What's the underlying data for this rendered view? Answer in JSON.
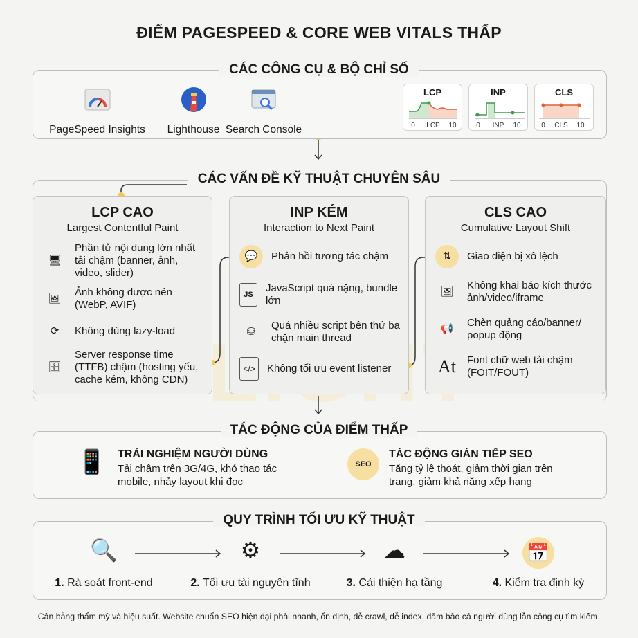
{
  "title": "ĐIỂM PAGESPEED & CORE WEB VITALS THẤP",
  "watermark": "LIGHT",
  "tools": {
    "heading": "CÁC CÔNG CỤ & BỘ CHỈ SỐ",
    "items": [
      {
        "label": "PageSpeed Insights",
        "icon": "gauge-icon"
      },
      {
        "label": "Lighthouse",
        "icon": "lighthouse-icon"
      },
      {
        "label": "Search Console",
        "icon": "search-console-icon"
      }
    ],
    "metrics": [
      {
        "name": "LCP",
        "axis": [
          "0",
          "LCP",
          "10"
        ],
        "color": "#3e9c4a"
      },
      {
        "name": "INP",
        "axis": [
          "0",
          "INP",
          "10"
        ],
        "color": "#3e9c4a"
      },
      {
        "name": "CLS",
        "axis": [
          "0",
          "CLS",
          "10"
        ],
        "color": "#e0603a"
      }
    ]
  },
  "issues": {
    "heading": "CÁC VẤN ĐỀ KỸ THUẬT CHUYÊN SÂU",
    "cards": [
      {
        "title": "LCP CAO",
        "subtitle": "Largest Contentful Paint",
        "items": [
          "Phần tử nội dung lớn nhất tải chậm (banner, ảnh, video, slider)",
          "Ảnh không được nén (WebP, AVIF)",
          "Không dùng lazy-load",
          "Server response time (TTFB) chậm (hosting yếu, cache kém, không CDN)"
        ]
      },
      {
        "title": "INP KÉM",
        "subtitle": "Interaction to Next Paint",
        "items": [
          "Phản hồi tương tác chậm",
          "JavaScript quá nặng, bundle lớn",
          "Quá nhiều script bên thứ ba chặn main thread",
          "Không tối ưu event listener"
        ]
      },
      {
        "title": "CLS CAO",
        "subtitle": "Cumulative Layout Shift",
        "items": [
          "Giao diện bị xô lệch",
          "Không khai báo kích thước ảnh/video/iframe",
          "Chèn quảng cáo/banner/ popup động",
          "Font chữ web tải chậm (FOIT/FOUT)"
        ]
      }
    ]
  },
  "impact": {
    "heading": "TÁC ĐỘNG CỦA ĐIỂM THẤP",
    "items": [
      {
        "title": "TRẢI NGHIỆM NGƯỜI DÙNG",
        "desc": "Tải chậm trên 3G/4G, khó thao tác mobile, nhảy layout khi đọc"
      },
      {
        "title": "TÁC ĐỘNG GIÁN TIẾP SEO",
        "desc": "Tăng tỷ lệ thoát, giảm thời gian trên trang, giảm khả năng xếp hạng",
        "icon_label": "SEO"
      }
    ]
  },
  "process": {
    "heading": "QUY TRÌNH TỐI ƯU KỸ THUẬT",
    "steps": [
      {
        "num": "1.",
        "label": "Rà soát front-end"
      },
      {
        "num": "2.",
        "label": "Tối ưu tài nguyên tĩnh"
      },
      {
        "num": "3.",
        "label": "Cải thiện hạ tầng"
      },
      {
        "num": "4.",
        "label": "Kiểm tra định kỳ"
      }
    ]
  },
  "footer": "Cân bằng thẩm mỹ và hiệu suất. Website chuẩn SEO hiện đại phải nhanh, ổn định, dễ crawl, dễ index, đảm bảo cả người dùng lẫn công cụ tìm kiếm.",
  "colors": {
    "accent": "#f2c94c",
    "highlight": "#f6dfa0",
    "good": "#3e9c4a",
    "poor": "#e0603a"
  }
}
